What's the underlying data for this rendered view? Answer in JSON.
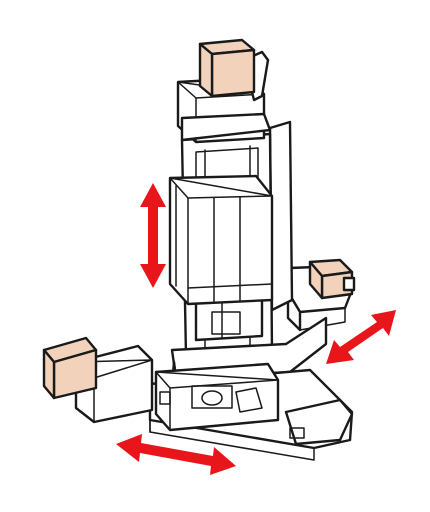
{
  "colors": {
    "line": "#1a1a1a",
    "body": "#ffffff",
    "motor": "#f2d2bb",
    "arrow": "#e8161b"
  },
  "icons": {
    "vertical_axis": "double-arrow-vertical",
    "depth_axis": "double-arrow-diagonal",
    "horizontal_axis": "double-arrow-horizontal"
  }
}
